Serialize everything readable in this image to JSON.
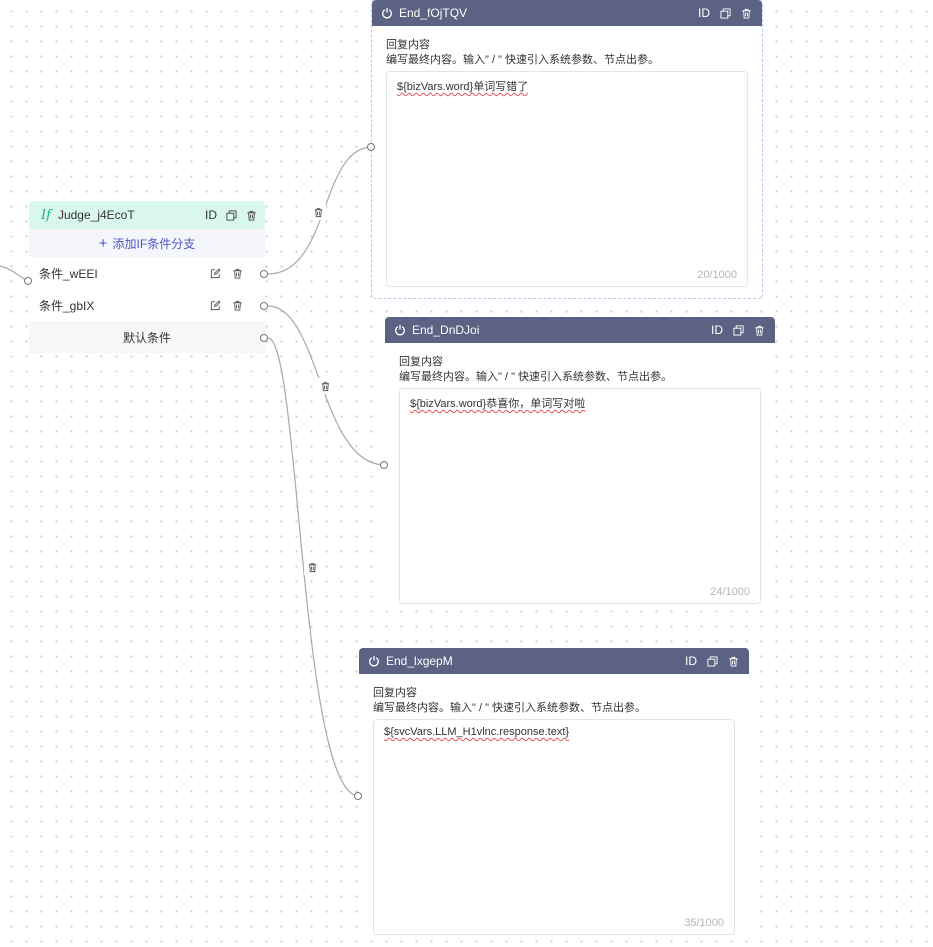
{
  "judge": {
    "prefix": "If",
    "title": "Judge_j4EcoT",
    "id_label": "ID",
    "add_branch_label": "添加IF条件分支",
    "conditions": [
      {
        "label": "条件_wEEI"
      },
      {
        "label": "条件_gbIX"
      }
    ],
    "default_label": "默认条件"
  },
  "end_nodes": [
    {
      "title": "End_fOjTQV",
      "id_label": "ID",
      "section_label": "回复内容",
      "hint": "编写最终内容。输入\" / \" 快速引入系统参数、节点出参。",
      "value": "${bizVars.word}单词写错了",
      "counter": "20/1000"
    },
    {
      "title": "End_DnDJoi",
      "id_label": "ID",
      "section_label": "回复内容",
      "hint": "编写最终内容。输入\" / \" 快速引入系统参数、节点出参。",
      "value": "${bizVars.word}恭喜你，单词写对啦",
      "counter": "24/1000"
    },
    {
      "title": "End_lxgepM",
      "id_label": "ID",
      "section_label": "回复内容",
      "hint": "编写最终内容。输入\" / \" 快速引入系统参数、节点出参。",
      "value": "${svcVars.LLM_H1vlnc.response.text}",
      "counter": "35/1000"
    }
  ],
  "icons": {
    "power": "power-icon",
    "copy": "copy-icon",
    "delete": "trash-icon",
    "edit": "edit-icon"
  },
  "colors": {
    "end_header": "#5c6283",
    "judge_header": "#d9f7ec",
    "accent": "#4f56c7"
  }
}
